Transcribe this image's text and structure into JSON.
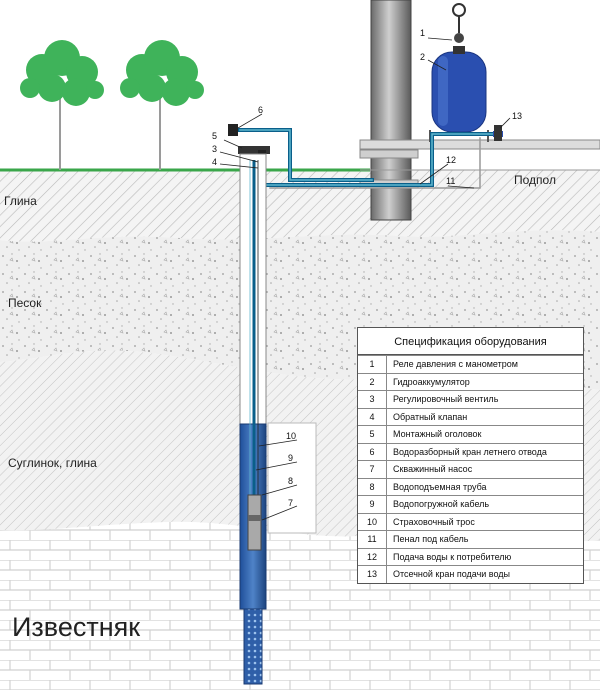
{
  "layers": {
    "clay": "Глина",
    "sand": "Песок",
    "loam": "Суглинок, глина",
    "limestone": "Известняк",
    "basement": "Подпол"
  },
  "spec": {
    "title": "Спецификация оборудования",
    "rows": [
      {
        "num": "1",
        "name": "Реле давления с манометром"
      },
      {
        "num": "2",
        "name": "Гидроаккумулятор"
      },
      {
        "num": "3",
        "name": "Регулировочный вентиль"
      },
      {
        "num": "4",
        "name": "Обратный клапан"
      },
      {
        "num": "5",
        "name": "Монтажный оголовок"
      },
      {
        "num": "6",
        "name": "Водоразборный кран летнего отвода"
      },
      {
        "num": "7",
        "name": "Скважинный  насос"
      },
      {
        "num": "8",
        "name": "Водоподъемная труба"
      },
      {
        "num": "9",
        "name": "Водопогружной кабель"
      },
      {
        "num": "10",
        "name": "Страховочный трос"
      },
      {
        "num": "11",
        "name": "Пенал под кабель"
      },
      {
        "num": "12",
        "name": "Подача воды к потребителю"
      },
      {
        "num": "13",
        "name": "Отсечной кран подачи воды"
      }
    ]
  },
  "callouts": {
    "c1": "1",
    "c2": "2",
    "c3": "3",
    "c4": "4",
    "c5": "5",
    "c6": "6",
    "c7": "7",
    "c8": "8",
    "c9": "9",
    "c10": "10",
    "c11": "11",
    "c12": "12",
    "c13": "13"
  },
  "colors": {
    "pipe": "#0a5f8a",
    "pipe_light": "#5fb8d0",
    "tank": "#2a4fb0",
    "grass": "#3aa64a",
    "tree": "#3fb35a"
  }
}
